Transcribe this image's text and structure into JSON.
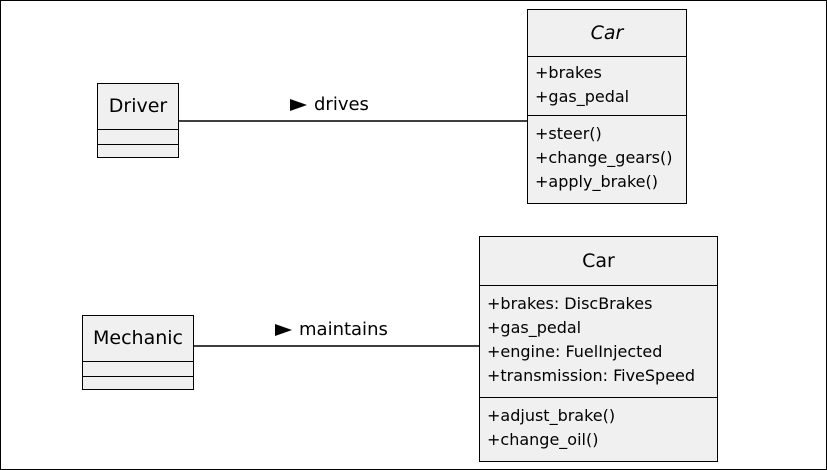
{
  "top_diagram": {
    "left_class": {
      "name": "Driver",
      "attributes": [],
      "operations": []
    },
    "association": {
      "label": "drives"
    },
    "right_class": {
      "name": "Car",
      "attributes": [
        "+brakes",
        "+gas_pedal"
      ],
      "operations": [
        "+steer()",
        "+change_gears()",
        "+apply_brake()"
      ]
    }
  },
  "bottom_diagram": {
    "left_class": {
      "name": "Mechanic",
      "attributes": [],
      "operations": []
    },
    "association": {
      "label": "maintains"
    },
    "right_class": {
      "name": "Car",
      "attributes": [
        "+brakes: DiscBrakes",
        "+gas_pedal",
        "+engine: FuelInjected",
        "+transmission: FiveSpeed"
      ],
      "operations": [
        "+adjust_brake()",
        "+change_oil()"
      ]
    }
  }
}
